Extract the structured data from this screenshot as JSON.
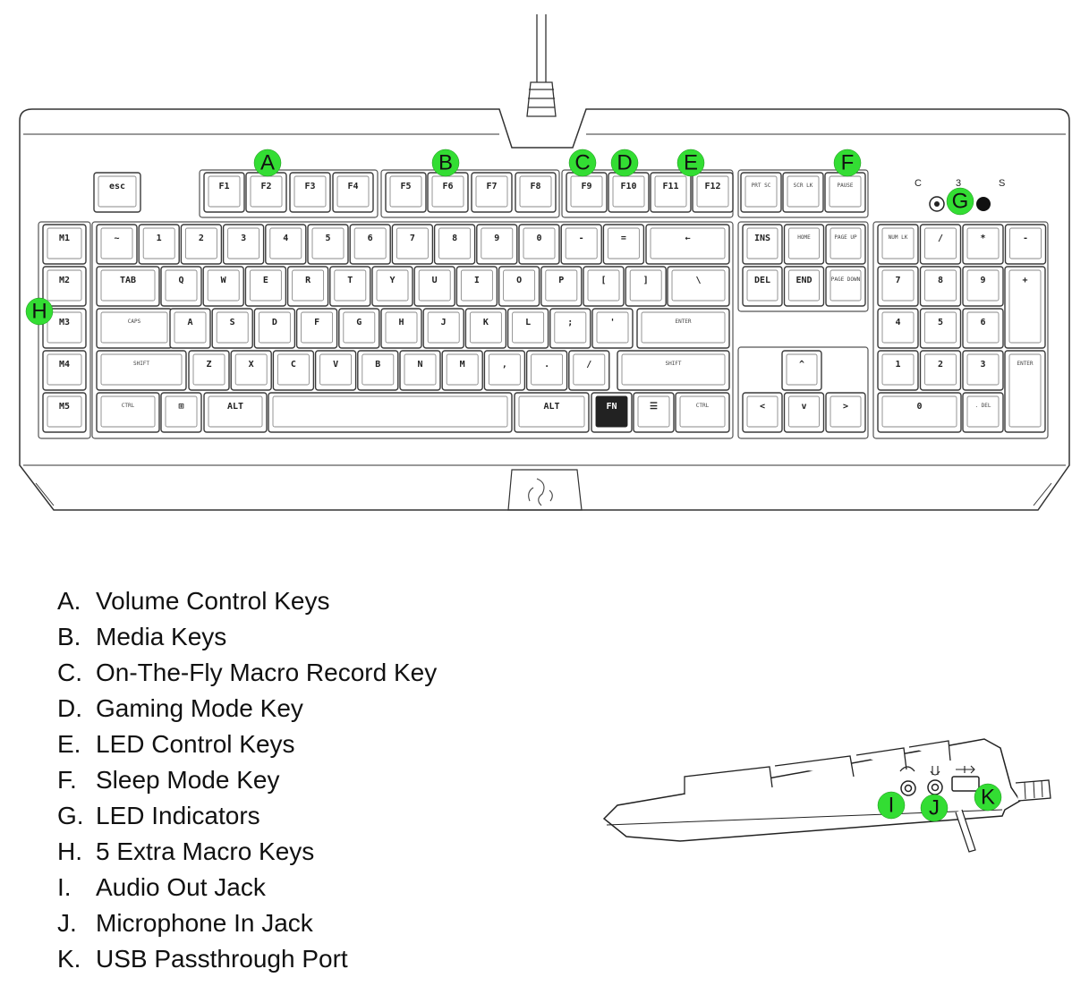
{
  "keyboard": {
    "indicators": [
      "C",
      "3",
      "S"
    ],
    "rows": {
      "fn": [
        "esc",
        "F1",
        "F2",
        "F3",
        "F4",
        "F5",
        "F6",
        "F7",
        "F8",
        "F9",
        "F10",
        "F11",
        "F12",
        "PRT SC",
        "SCR LK",
        "PAUSE"
      ],
      "number": [
        "~",
        "1",
        "2",
        "3",
        "4",
        "5",
        "6",
        "7",
        "8",
        "9",
        "0",
        "-",
        "=",
        "←",
        "INS",
        "HOME",
        "PAGE UP",
        "NUM LK",
        "/",
        "*",
        "-"
      ],
      "qwerty": [
        "TAB",
        "Q",
        "W",
        "E",
        "R",
        "T",
        "Y",
        "U",
        "I",
        "O",
        "P",
        "[",
        "]",
        "\\",
        "DEL",
        "END",
        "PAGE DOWN",
        "7",
        "8",
        "9",
        "+"
      ],
      "home": [
        "CAPS",
        "A",
        "S",
        "D",
        "F",
        "G",
        "H",
        "J",
        "K",
        "L",
        ";",
        "'",
        "ENTER",
        "4",
        "5",
        "6"
      ],
      "shift": [
        "SHIFT",
        "Z",
        "X",
        "C",
        "V",
        "B",
        "N",
        "M",
        ",",
        ".",
        "/",
        "SHIFT",
        "^",
        "1",
        "2",
        "3",
        "ENTER"
      ],
      "bottom": [
        "CTRL",
        "⊞",
        "ALT",
        "ALT",
        "FN",
        "☰",
        "CTRL",
        "<",
        "v",
        ">",
        "0",
        ". DEL"
      ],
      "macro": [
        "M1",
        "M2",
        "M3",
        "M4",
        "M5"
      ]
    },
    "callouts": [
      "A",
      "B",
      "C",
      "D",
      "E",
      "F",
      "G",
      "H",
      "I",
      "J",
      "K"
    ]
  },
  "legend": [
    {
      "letter": "A.",
      "text": "Volume Control Keys"
    },
    {
      "letter": "B.",
      "text": "Media Keys"
    },
    {
      "letter": "C.",
      "text": "On-The-Fly Macro Record Key"
    },
    {
      "letter": "D.",
      "text": "Gaming Mode Key"
    },
    {
      "letter": "E.",
      "text": "LED Control Keys"
    },
    {
      "letter": "F.",
      "text": "Sleep Mode Key"
    },
    {
      "letter": "G.",
      "text": "LED Indicators"
    },
    {
      "letter": "H.",
      "text": "5 Extra Macro Keys"
    },
    {
      "letter": "I.",
      "text": "Audio Out Jack"
    },
    {
      "letter": "J.",
      "text": "Microphone In Jack"
    },
    {
      "letter": "K.",
      "text": "USB Passthrough Port"
    }
  ]
}
